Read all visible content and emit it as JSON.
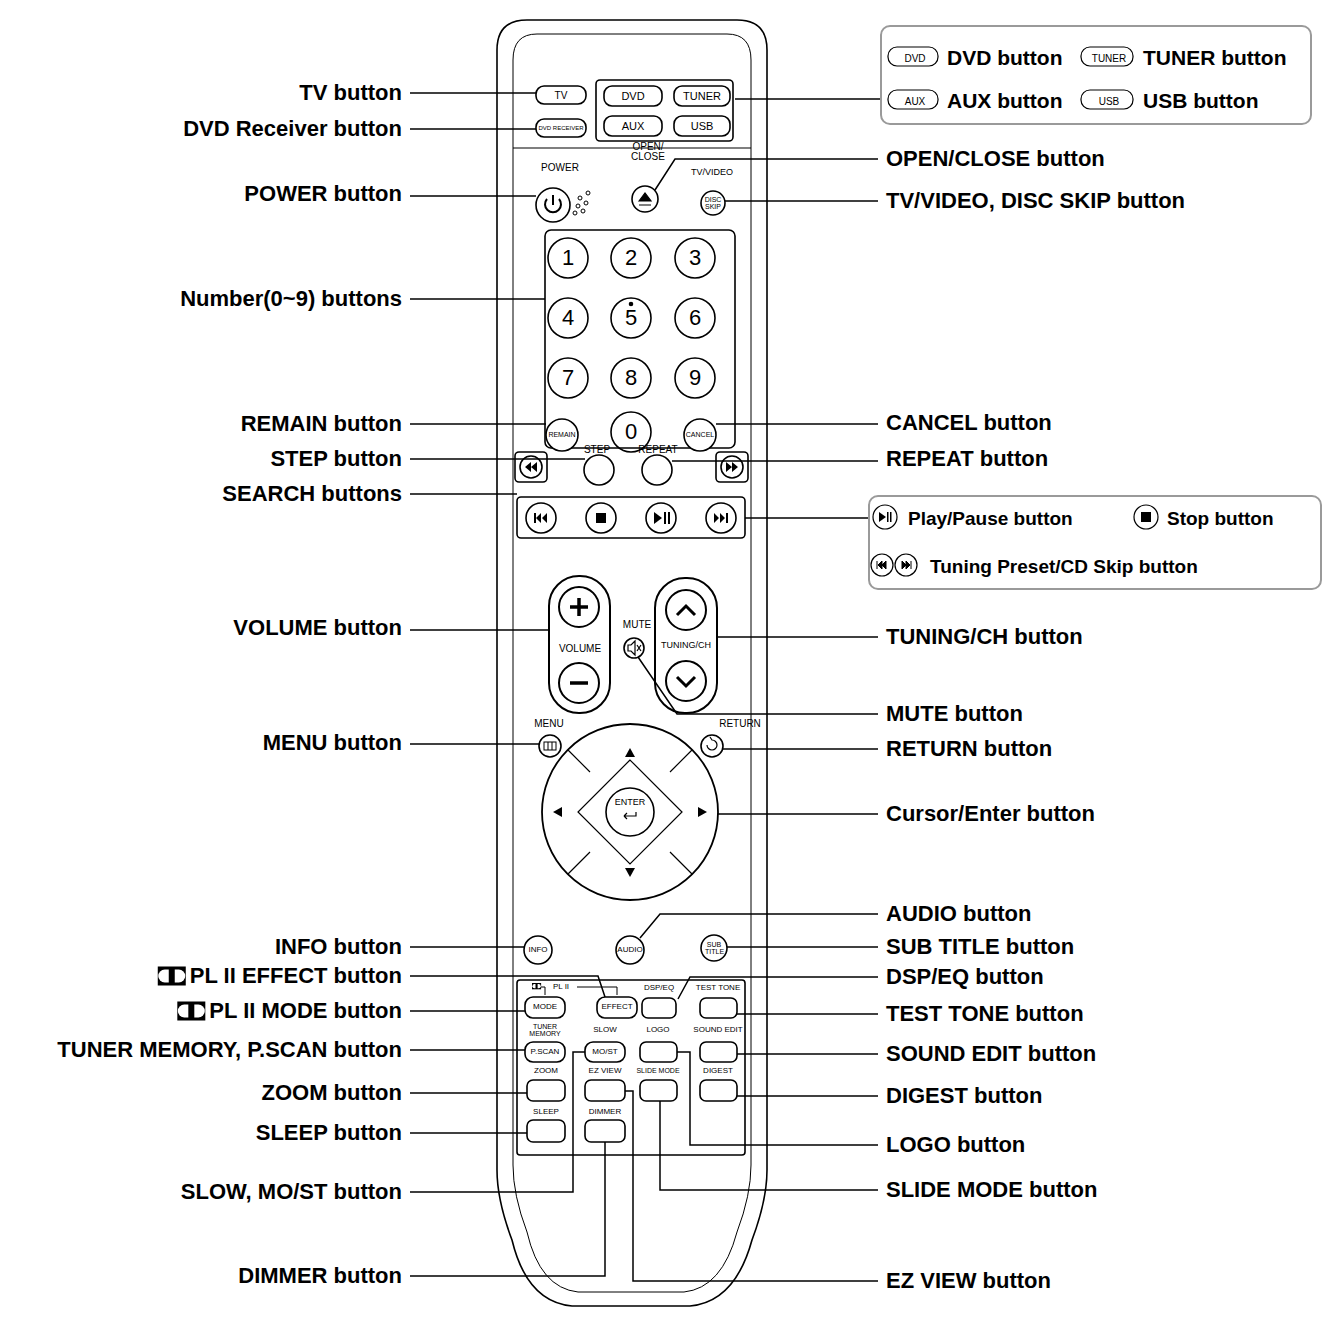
{
  "diagram": {
    "nodes": [
      {
        "text": [
          "DVD",
          "DVD button",
          "TUNER",
          "TUNER button",
          "AUX",
          "AUX button",
          "USB",
          "USB button"
        ]
      },
      {
        "text": [
          "Play/Pause button",
          "Stop button",
          "Tuning Preset/CD Skip button"
        ]
      }
    ],
    "labels": [
      "TV button",
      "DVD Receiver button",
      "POWER button",
      "Number(0~9) buttons",
      "REMAIN button",
      "STEP button",
      "SEARCH buttons",
      "VOLUME button",
      "MENU button",
      "INFO button",
      "PL II EFFECT button",
      "PL II MODE button",
      "TUNER MEMORY, P.SCAN button",
      "ZOOM button",
      "SLEEP button",
      "SLOW, MO/ST button",
      "DIMMER button",
      "OPEN/CLOSE button",
      "TV/VIDEO, DISC SKIP button",
      "CANCEL button",
      "REPEAT button",
      "TUNING/CH button",
      "MUTE button",
      "RETURN button",
      "Cursor/Enter button",
      "AUDIO button",
      "SUB TITLE button",
      "DSP/EQ button",
      "TEST TONE button",
      "SOUND EDIT button",
      "DIGEST button",
      "LOGO button",
      "SLIDE MODE button",
      "EZ VIEW button",
      "TV",
      "DVD RECEIVER",
      "DVD",
      "TUNER",
      "AUX",
      "USB",
      "POWER",
      "OPEN/ CLOSE",
      "TV/VIDEO",
      "DISC SKIP",
      "1",
      "2",
      "3",
      "4",
      "5",
      "6",
      "7",
      "8",
      "9",
      "0",
      "REMAIN",
      "CANCEL",
      "STEP",
      "REPEAT",
      "VOLUME",
      "MUTE",
      "TUNING/CH",
      "MENU",
      "RETURN",
      "ENTER",
      "INFO",
      "AUDIO",
      "SUB TITLE",
      "PL II",
      "MODE",
      "EFFECT",
      "DSP/EQ",
      "TEST TONE",
      "TUNER MEMORY",
      "SLOW",
      "LOGO",
      "SOUND EDIT",
      "P.SCAN",
      "MO/ST",
      "ZOOM",
      "EZ VIEW",
      "SLIDE MODE",
      "DIGEST",
      "SLEEP",
      "DIMMER"
    ]
  }
}
